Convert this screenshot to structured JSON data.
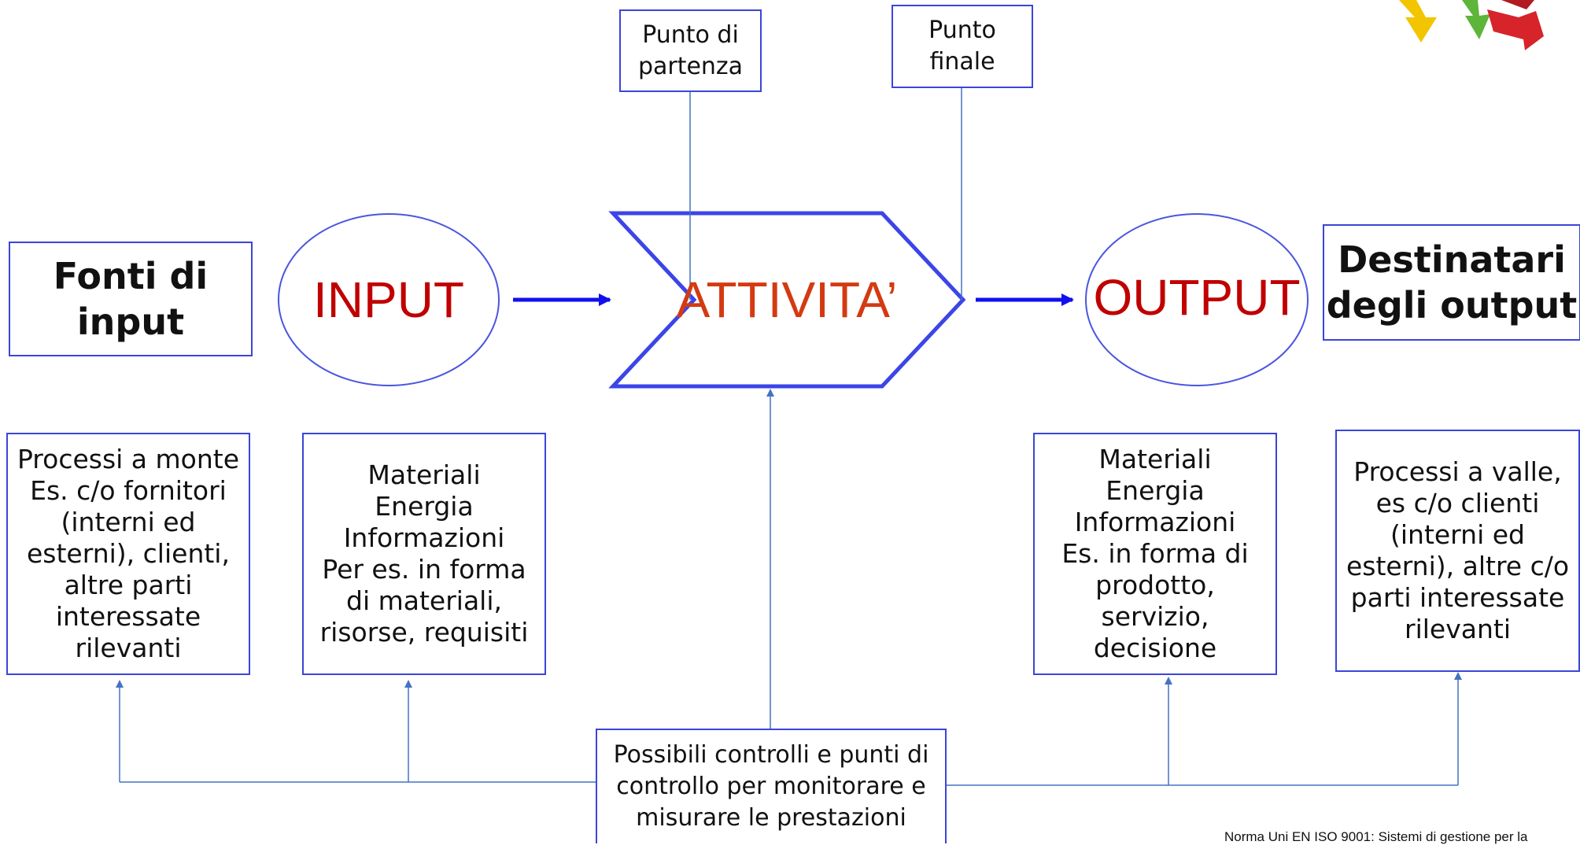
{
  "diagram": {
    "sources_box": "Fonti di\ninput",
    "input_label": "INPUT",
    "activity_label": "ATTIVITA’",
    "output_label": "OUTPUT",
    "recipients_box": "Destinatari\ndegli output",
    "start_point": "Punto di\npartenza",
    "end_point": "Punto\nfinale",
    "upstream_processes": "Processi a monte\nEs. c/o fornitori\n(interni ed\nesterni), clienti,\naltre parti\ninteressate\nrilevanti",
    "input_resources": "Materiali\nEnergia\nInformazioni\nPer es. in forma\ndi materiali,\nrisorse, requisiti",
    "output_resources": "Materiali\nEnergia\nInformazioni\nEs. in forma di\nprodotto,\nservizio,\ndecisione",
    "downstream_processes": "Processi a valle,\nes c/o clienti\n(interni ed\nesterni), altre c/o\nparti interessate\nrilevanti",
    "controls_box": "Possibili controlli e punti di\ncontrollo per monitorare e\nmisurare le prestazioni",
    "footnote": "Norma Uni EN ISO 9001: Sistemi di gestione per la"
  },
  "colors": {
    "border": "#3b45d8",
    "arrow": "#1010ee",
    "connector": "#4472c4",
    "label_red": "#c00000",
    "activity_orange": "#d43a12"
  }
}
